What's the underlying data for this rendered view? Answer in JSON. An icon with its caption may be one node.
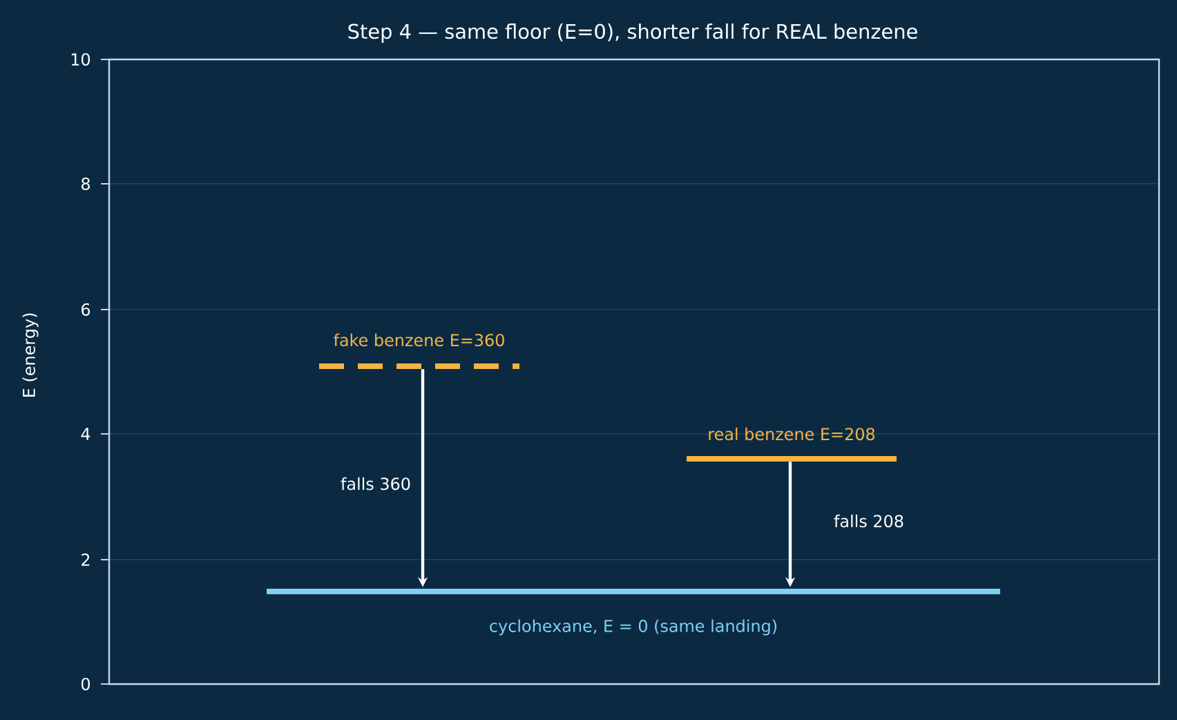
{
  "diagram": {
    "title": "Step 4 — same floor (E=0), shorter fall for REAL benzene",
    "nodes": [
      {
        "text": [
          "fake benzene  E=360"
        ]
      },
      {
        "text": [
          "real benzene  E=208"
        ]
      },
      {
        "text": [
          "cyclohexane,  E = 0 (same landing)"
        ]
      }
    ],
    "edges": [
      {
        "from": 0,
        "to": 2,
        "arrow": "to",
        "label": "falls 360"
      },
      {
        "from": 1,
        "to": 2,
        "arrow": "to",
        "label": "falls 208"
      }
    ],
    "labels": [
      "E  (energy)",
      "0",
      "2",
      "4",
      "6",
      "8",
      "10"
    ]
  }
}
